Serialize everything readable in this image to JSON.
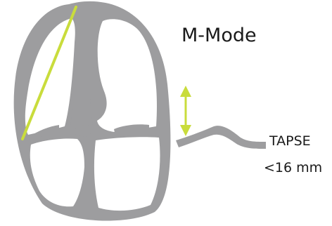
{
  "title": "M-Mode",
  "measure": {
    "name": "TAPSE",
    "threshold": "<16 mm"
  },
  "colors": {
    "wall": "#9d9d9f",
    "cavity": "#ffffff",
    "beam": "#c9dc3c",
    "text": "#1a1a1a"
  },
  "icons": {
    "motion_arrow": "double-headed-vertical-arrow"
  }
}
